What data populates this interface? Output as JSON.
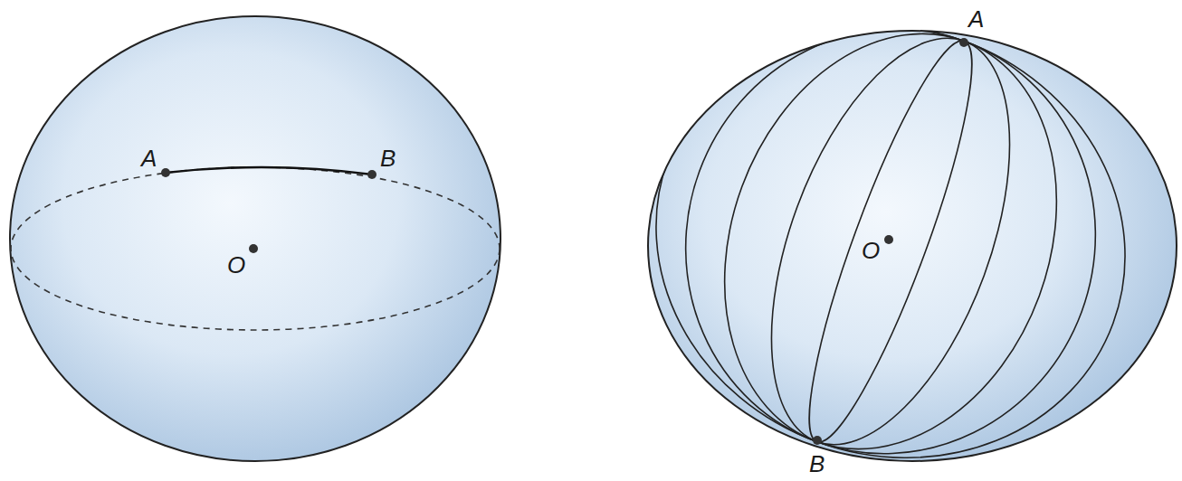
{
  "diagram": {
    "labels": [
      "A",
      "B",
      "O",
      "A",
      "O",
      "B"
    ]
  }
}
